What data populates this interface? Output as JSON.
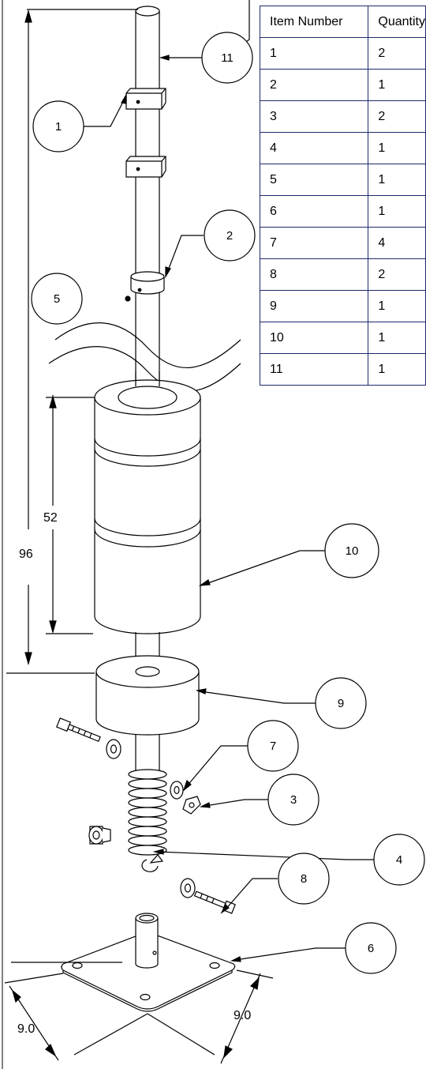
{
  "bom": {
    "headers": [
      "Item Number",
      "Quantity"
    ],
    "rows": [
      [
        "1",
        "2"
      ],
      [
        "2",
        "1"
      ],
      [
        "3",
        "2"
      ],
      [
        "4",
        "1"
      ],
      [
        "5",
        "1"
      ],
      [
        "6",
        "1"
      ],
      [
        "7",
        "4"
      ],
      [
        "8",
        "2"
      ],
      [
        "9",
        "1"
      ],
      [
        "10",
        "1"
      ],
      [
        "11",
        "1"
      ]
    ]
  },
  "balloons": {
    "b1": "1",
    "b2": "2",
    "b3": "3",
    "b4": "4",
    "b5": "5",
    "b6": "6",
    "b7": "7",
    "b8": "8",
    "b9": "9",
    "b10": "10",
    "b11": "11"
  },
  "dimensions": {
    "overall_height": "96",
    "weight_height": "52",
    "plate_left": "9.0",
    "plate_right": "9.0"
  }
}
